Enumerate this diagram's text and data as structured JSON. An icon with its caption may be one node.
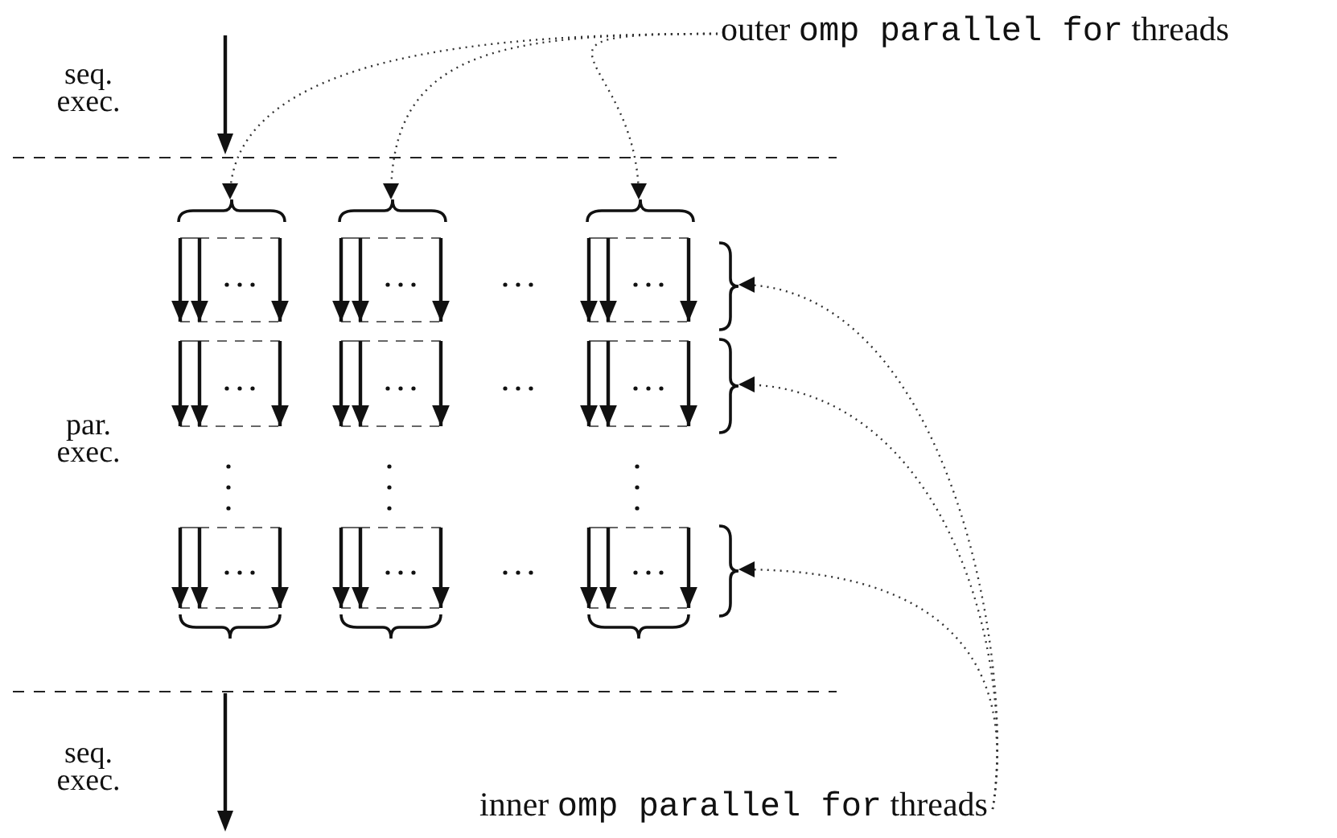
{
  "diagram": {
    "nodes": [
      {
        "text": [
          "outer",
          "omp parallel for",
          "threads"
        ]
      },
      {
        "text": [],
        "shape": "brace"
      },
      {
        "text": [],
        "shape": "brace"
      },
      {
        "text": [],
        "shape": "brace"
      },
      {
        "text": [
          "inner",
          "omp parallel for",
          "threads"
        ]
      },
      {
        "text": [],
        "shape": "brace"
      },
      {
        "text": [],
        "shape": "brace"
      },
      {
        "text": [],
        "shape": "brace"
      }
    ],
    "edges": [
      {
        "from": 0,
        "to": 1,
        "arrow": "to"
      },
      {
        "from": 0,
        "to": 2,
        "arrow": "to"
      },
      {
        "from": 0,
        "to": 3,
        "arrow": "to"
      },
      {
        "from": 4,
        "to": 5,
        "arrow": "to"
      },
      {
        "from": 4,
        "to": 6,
        "arrow": "to"
      },
      {
        "from": 4,
        "to": 7,
        "arrow": "to"
      }
    ],
    "labels": [
      "seq. exec.",
      "par. exec.",
      "seq. exec."
    ]
  }
}
